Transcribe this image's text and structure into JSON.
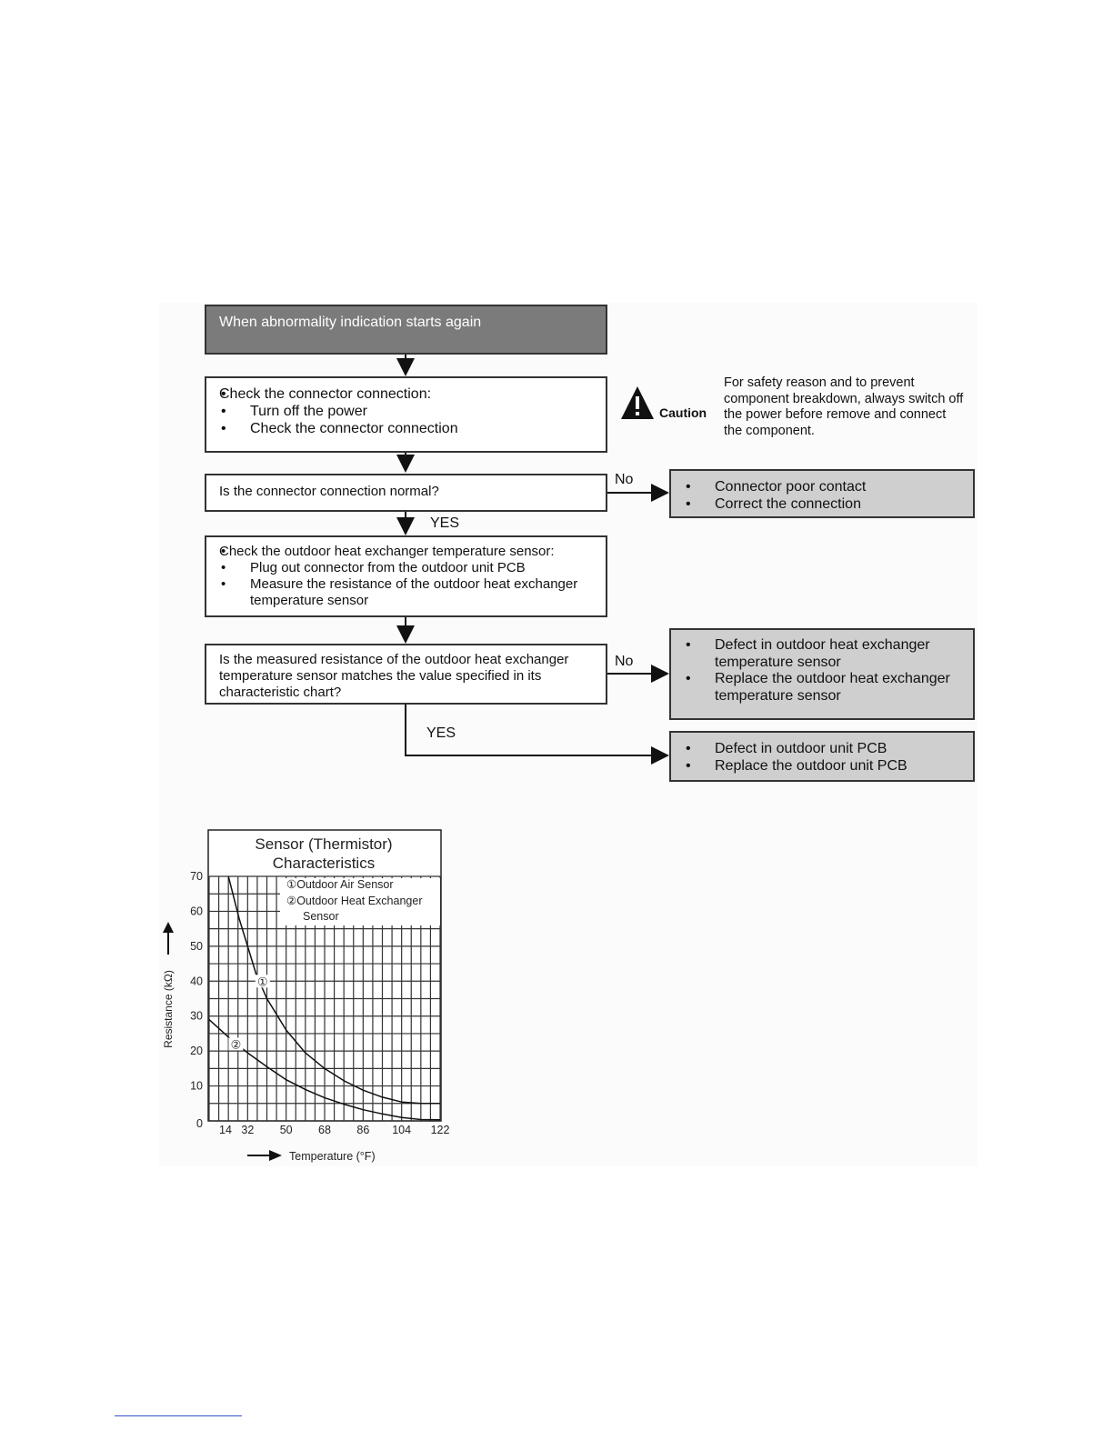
{
  "flow": {
    "start": "When abnormality indication starts again",
    "step1": {
      "title": "Check the connector connection:",
      "items": [
        "Turn off the power",
        "Check the connector connection"
      ]
    },
    "q1": "Is the connector connection normal?",
    "q1_no": "No",
    "q1_yes": "YES",
    "r1": [
      "Connector poor contact",
      "Correct the connection"
    ],
    "step2": {
      "title": "Check the outdoor heat exchanger temperature sensor:",
      "items": [
        "Plug out connector from the outdoor unit PCB",
        "Measure the resistance of the outdoor heat exchanger temperature sensor"
      ]
    },
    "q2": "Is the measured resistance of the outdoor heat exchanger temperature sensor matches the value specified in its characteristic chart?",
    "q2_no": "No",
    "q2_yes": "YES",
    "r2": [
      "Defect in outdoor heat exchanger temperature sensor",
      "Replace the outdoor heat exchanger temperature sensor"
    ],
    "r3": [
      "Defect in outdoor unit PCB",
      "Replace the outdoor unit PCB"
    ]
  },
  "caution": {
    "label": "Caution",
    "icon": "warning-triangle-icon",
    "text": "For safety reason and to prevent component breakdown, always switch off the power before remove and connect the component."
  },
  "chart_data": {
    "type": "line",
    "title": "Sensor (Thermistor) Characteristics",
    "xlabel": "Temperature (°F)",
    "ylabel": "Resistance (kΩ)",
    "xticks": [
      "14",
      "32",
      "50",
      "68",
      "86",
      "104",
      "122"
    ],
    "yticks": [
      "0",
      "10",
      "20",
      "30",
      "40",
      "50",
      "60",
      "70"
    ],
    "xlim": [
      14,
      122
    ],
    "ylim": [
      0,
      70
    ],
    "grid": true,
    "legend": [
      "①Outdoor Air Sensor",
      "②Outdoor Heat Exchanger Sensor"
    ],
    "series": [
      {
        "name": "Outdoor Air Sensor",
        "marker": "①",
        "x": [
          23,
          28,
          32,
          36,
          41,
          46,
          50,
          59,
          68,
          77,
          86,
          95,
          104,
          113,
          122
        ],
        "y": [
          70,
          58,
          50,
          42,
          35,
          30,
          26,
          19.5,
          15,
          11.5,
          8.8,
          6.8,
          5.4,
          5,
          5
        ]
      },
      {
        "name": "Outdoor Heat Exchanger Sensor",
        "marker": "②",
        "x": [
          14,
          23,
          32,
          41,
          50,
          59,
          68,
          77,
          86,
          95,
          104,
          113,
          122
        ],
        "y": [
          29,
          24,
          19.5,
          15.5,
          11.8,
          9,
          6.6,
          4.8,
          3.2,
          2,
          1,
          0.4,
          0.3
        ]
      }
    ]
  }
}
